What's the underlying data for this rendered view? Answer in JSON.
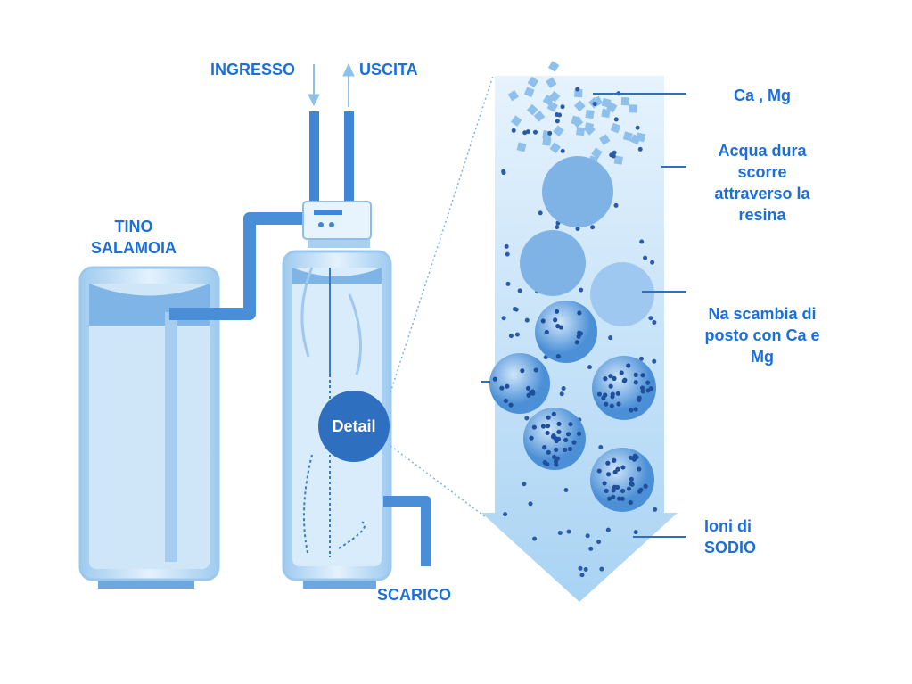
{
  "labels": {
    "inlet": "INGRESSO",
    "outlet": "USCITA",
    "brine_tank": [
      "TINO",
      "SALAMOIA"
    ],
    "detail": "Detail",
    "drain": "SCARICO",
    "ca_mg": "Ca , Mg",
    "hard_water": [
      "Acqua dura",
      "scorre",
      "attraverso la",
      "resina"
    ],
    "exchange": [
      "Na scambia di",
      "posto con Ca e",
      "Mg"
    ],
    "sodium": [
      "Ioni di",
      "SODIO"
    ]
  },
  "colors": {
    "text": "#1d6fd8",
    "pipe": "#3f86d6",
    "tank": "#bcdcf5",
    "detail_circle": "#2f6fc0",
    "bead": "#2a5aa8"
  }
}
